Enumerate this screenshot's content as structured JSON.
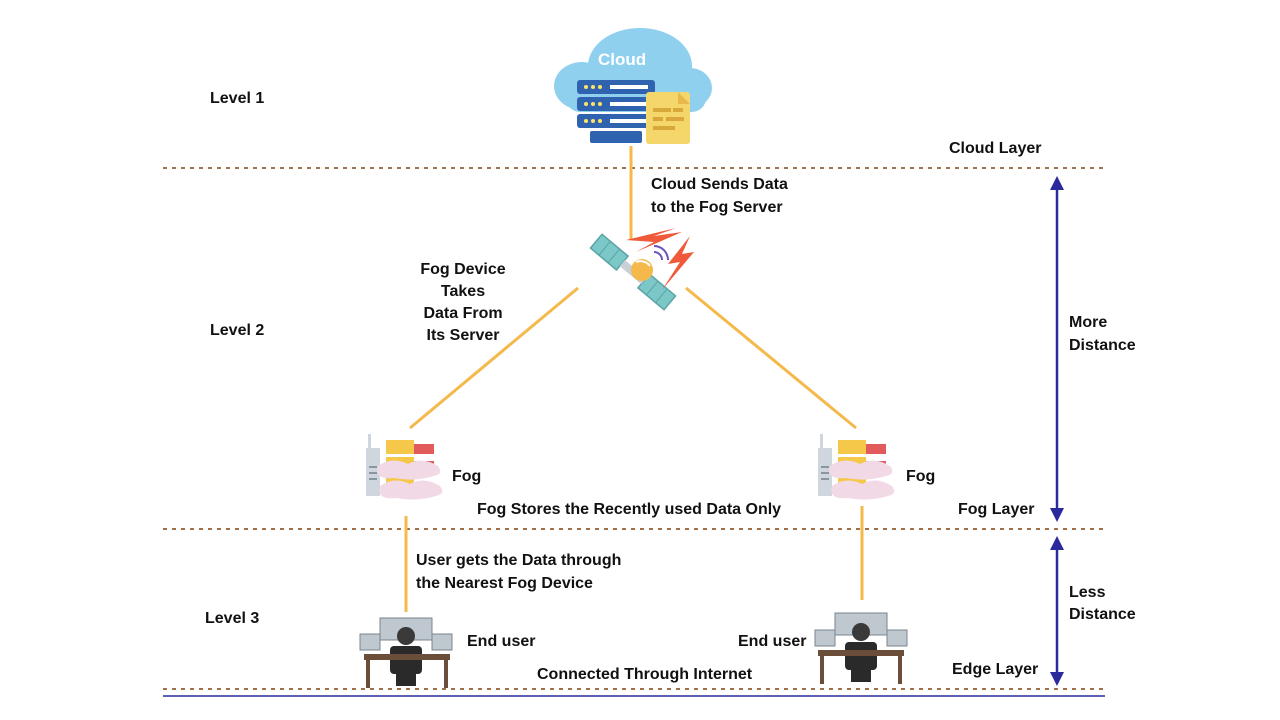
{
  "levels": {
    "level1": "Level 1",
    "level2": "Level 2",
    "level3": "Level 3"
  },
  "layers": {
    "cloud": "Cloud Layer",
    "fog": "Fog Layer",
    "edge": "Edge Layer"
  },
  "nodes": {
    "cloud_label": "Cloud",
    "fog_left": "Fog",
    "fog_right": "Fog",
    "end_user_left": "End user",
    "end_user_right": "End user"
  },
  "annotations": {
    "cloud_sends_line1": "Cloud Sends Data",
    "cloud_sends_line2": "to the Fog Server",
    "fog_takes_line1": "Fog Device",
    "fog_takes_line2": "Takes",
    "fog_takes_line3": "Data From",
    "fog_takes_line4": "Its Server",
    "fog_stores": "Fog Stores the Recently used Data Only",
    "user_gets_line1": "User gets the Data through",
    "user_gets_line2": "the Nearest Fog Device",
    "connected": "Connected Through Internet"
  },
  "distance": {
    "more_line1": "More",
    "more_line2": "Distance",
    "less_line1": "Less",
    "less_line2": "Distance"
  },
  "colors": {
    "link_line": "#f5b84a",
    "layer_divider": "#a0704a",
    "distance_arrow": "#2a2a9c",
    "cloud_fill": "#8fd0ef",
    "server_fill": "#2f63b0"
  }
}
